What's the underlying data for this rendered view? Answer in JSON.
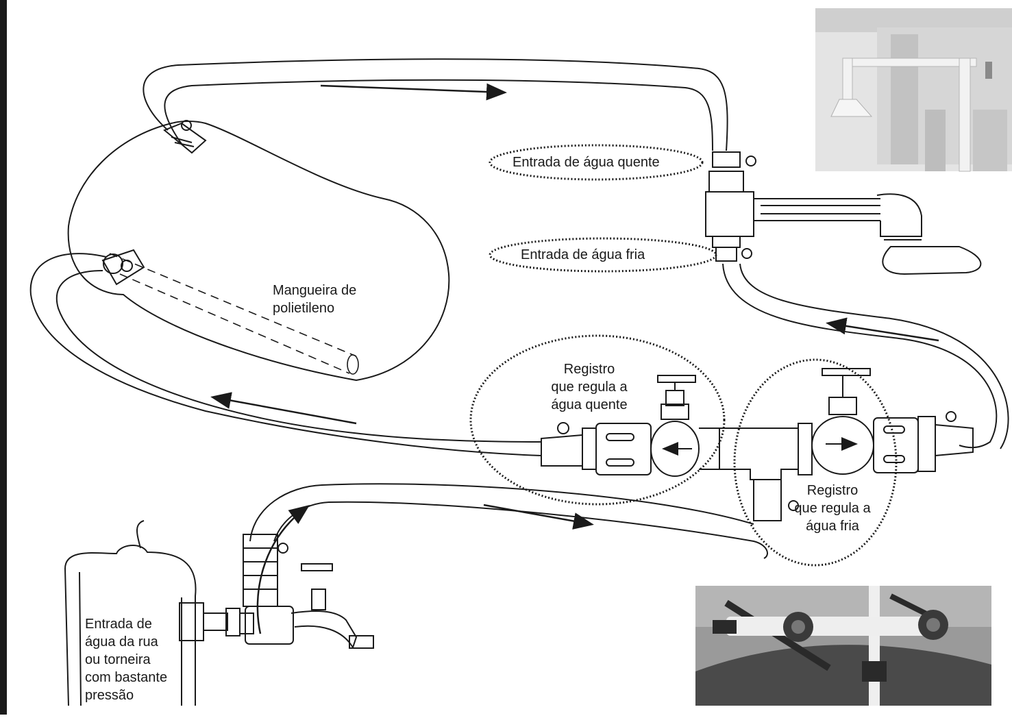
{
  "labels": {
    "hot_inlet": "Entrada de água quente",
    "cold_inlet": "Entrada de água fria",
    "hose": [
      "Mangueira de",
      "polietileno"
    ],
    "hot_valve": [
      "Registro",
      "que regula a",
      "água quente"
    ],
    "cold_valve": [
      "Registro",
      "que regula a",
      "água fria"
    ],
    "street_inlet": [
      "Entrada de",
      "água da rua",
      "ou torneira",
      "com bastante",
      "pressão"
    ]
  },
  "photos": {
    "shower_photo": "shower-photo",
    "valves_photo": "valves-photo"
  },
  "colors": {
    "ink": "#1a1a1a",
    "photo_light": "#d8d8d8",
    "photo_dark": "#3a3a3a"
  }
}
